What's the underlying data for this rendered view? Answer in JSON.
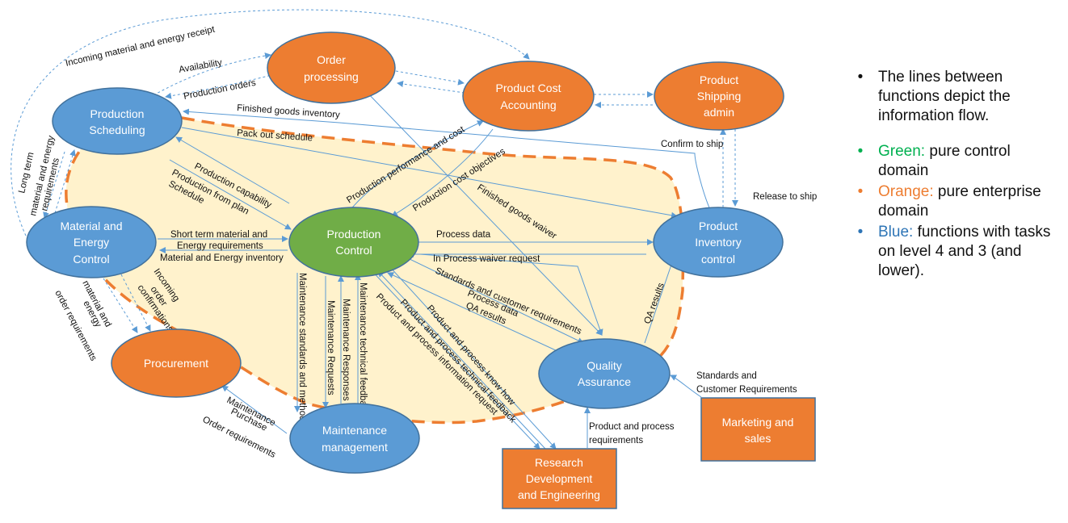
{
  "colors": {
    "green": "#70AD47",
    "orange": "#ED7D31",
    "blue": "#5B9BD5",
    "node_border": "#41719C",
    "region_fill": "#FFF2CC",
    "region_dash": "#ED7D31",
    "line": "#5B9BD5",
    "legend_green": "#00B050",
    "legend_orange": "#ED7D31",
    "legend_blue": "#2E75B6"
  },
  "nodes": {
    "production_scheduling": [
      "Production",
      "Scheduling"
    ],
    "order_processing": [
      "Order",
      "processing"
    ],
    "product_cost_accounting": [
      "Product Cost",
      "Accounting"
    ],
    "product_shipping_admin": [
      "Product",
      "Shipping",
      "admin"
    ],
    "material_energy_control": [
      "Material and",
      "Energy",
      "Control"
    ],
    "production_control": [
      "Production",
      "Control"
    ],
    "product_inventory_control": [
      "Product",
      "Inventory",
      "control"
    ],
    "procurement": [
      "Procurement"
    ],
    "quality_assurance": [
      "Quality",
      "Assurance"
    ],
    "maintenance_management": [
      "Maintenance",
      "management"
    ],
    "research_development": [
      "Research",
      "Development",
      "and Engineering"
    ],
    "marketing_sales": [
      "Marketing and",
      "sales"
    ]
  },
  "flows": {
    "incoming_material_energy_receipt": "Incoming material and energy receipt",
    "availability": "Availability",
    "production_orders": "Production orders",
    "finished_goods_inventory": "Finished goods inventory",
    "pack_out_schedule": "Pack out schedule",
    "confirm_to_ship": "Confirm to ship",
    "release_to_ship": "Release to ship",
    "long_term_requirements": [
      "Long term",
      "material and energy",
      "requirements"
    ],
    "production_capability": "Production capability",
    "production_from_plan": "Production from plan",
    "schedule": "Schedule",
    "production_performance_cost": "Production performance and cost",
    "production_cost_objectives": "Production cost objectives",
    "finished_goods_waiver": "Finished goods waiver",
    "short_term_requirements": [
      "Short term material and",
      "Energy requirements"
    ],
    "material_energy_inventory": "Material and Energy inventory",
    "process_data": "Process data",
    "in_process_waiver_request": "In Process waiver request",
    "standards_customer_requirements_lower": "Standards and customer requirements",
    "process_data_2": "Process data",
    "qa_results": "QA results",
    "qa_results_2": "QA results",
    "incoming_order_confirmations": [
      "Incoming",
      "order",
      "confirmations"
    ],
    "material_energy_order_requirements": [
      "material and",
      "energy",
      "order requirements"
    ],
    "maintenance_standards_methods": "Maintenance standards and methods",
    "maintenance_requests": "Maintenance Requests",
    "maintenance_responses": "Maintenance Responses",
    "maintenance_technical_feedback": "Maintenance technical feedback",
    "product_process_know_how": "Product and process know how",
    "product_process_technical_feedback": "Product and process technical feedback",
    "product_process_information_request": "Product and process information request",
    "maintenance_purchase_order": [
      "Maintenance",
      "Purchase",
      "Order requirements"
    ],
    "standards_customer_requirements_mkt": [
      "Standards and",
      "Customer Requirements"
    ],
    "product_process_requirements": [
      "Product and process",
      "requirements"
    ]
  },
  "legend": {
    "line1": "The lines between functions depict the information flow.",
    "green_key": "Green:",
    "green_text": " pure control domain",
    "orange_key": "Orange:",
    "orange_text": " pure enterprise domain",
    "blue_key": "Blue:",
    "blue_text": " functions with tasks on level 4 and 3 (and lower)."
  }
}
